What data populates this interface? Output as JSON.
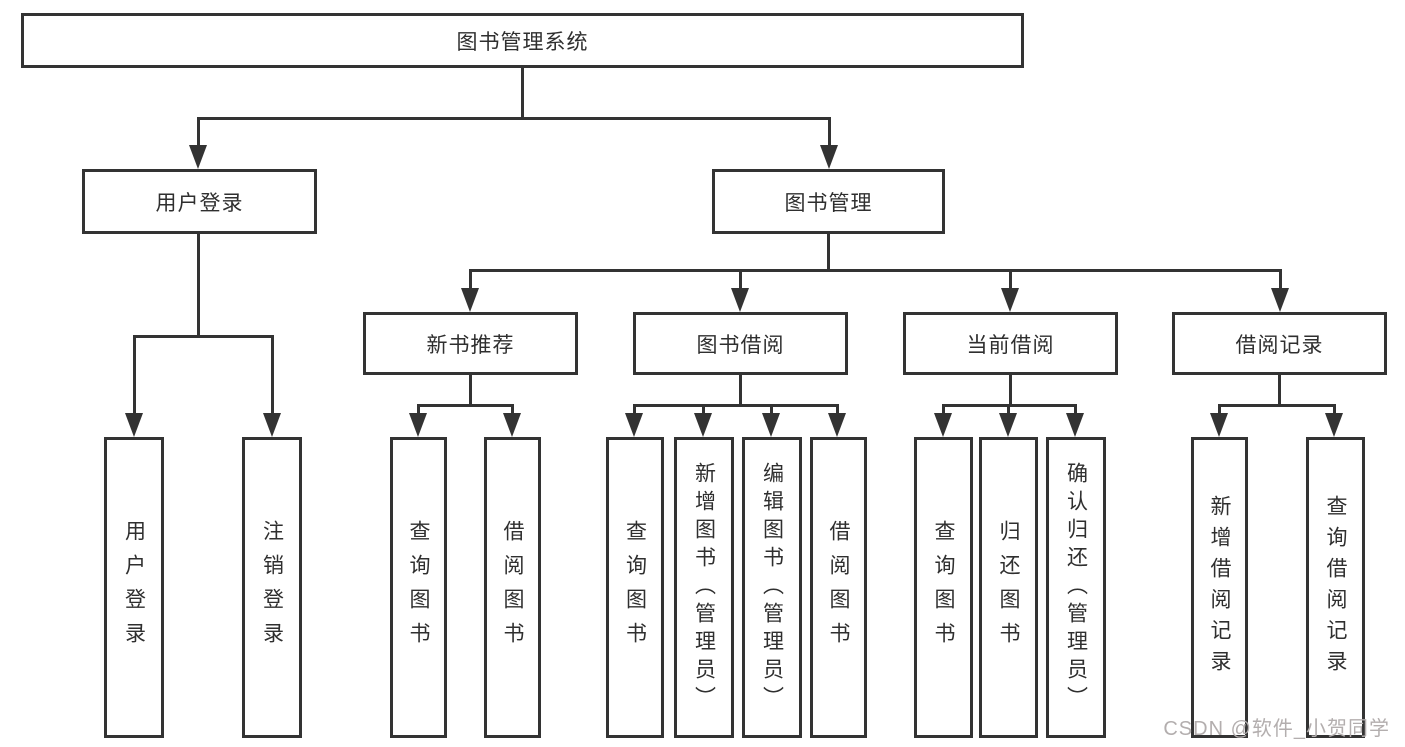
{
  "tree": {
    "label": "图书管理系统",
    "children": [
      {
        "label": "用户登录",
        "children": [
          {
            "label": "用户登录"
          },
          {
            "label": "注销登录"
          }
        ]
      },
      {
        "label": "图书管理",
        "children": [
          {
            "label": "新书推荐",
            "children": [
              {
                "label": "查询图书"
              },
              {
                "label": "借阅图书"
              }
            ]
          },
          {
            "label": "图书借阅",
            "children": [
              {
                "label": "查询图书"
              },
              {
                "label": "新增图书（管理员）"
              },
              {
                "label": "编辑图书（管理员）"
              },
              {
                "label": "借阅图书"
              }
            ]
          },
          {
            "label": "当前借阅",
            "children": [
              {
                "label": "查询图书"
              },
              {
                "label": "归还图书"
              },
              {
                "label": "确认归还（管理员）"
              }
            ]
          },
          {
            "label": "借阅记录",
            "children": [
              {
                "label": "新增借阅记录"
              },
              {
                "label": "查询借阅记录"
              }
            ]
          }
        ]
      }
    ]
  },
  "watermark": {
    "text": "CSDN @软件_小贺同学"
  },
  "colors": {
    "box_border": "#333333",
    "connector": "#333333",
    "text": "#2f2f2f",
    "watermark": "#b3aeae",
    "background": "#ffffff"
  }
}
